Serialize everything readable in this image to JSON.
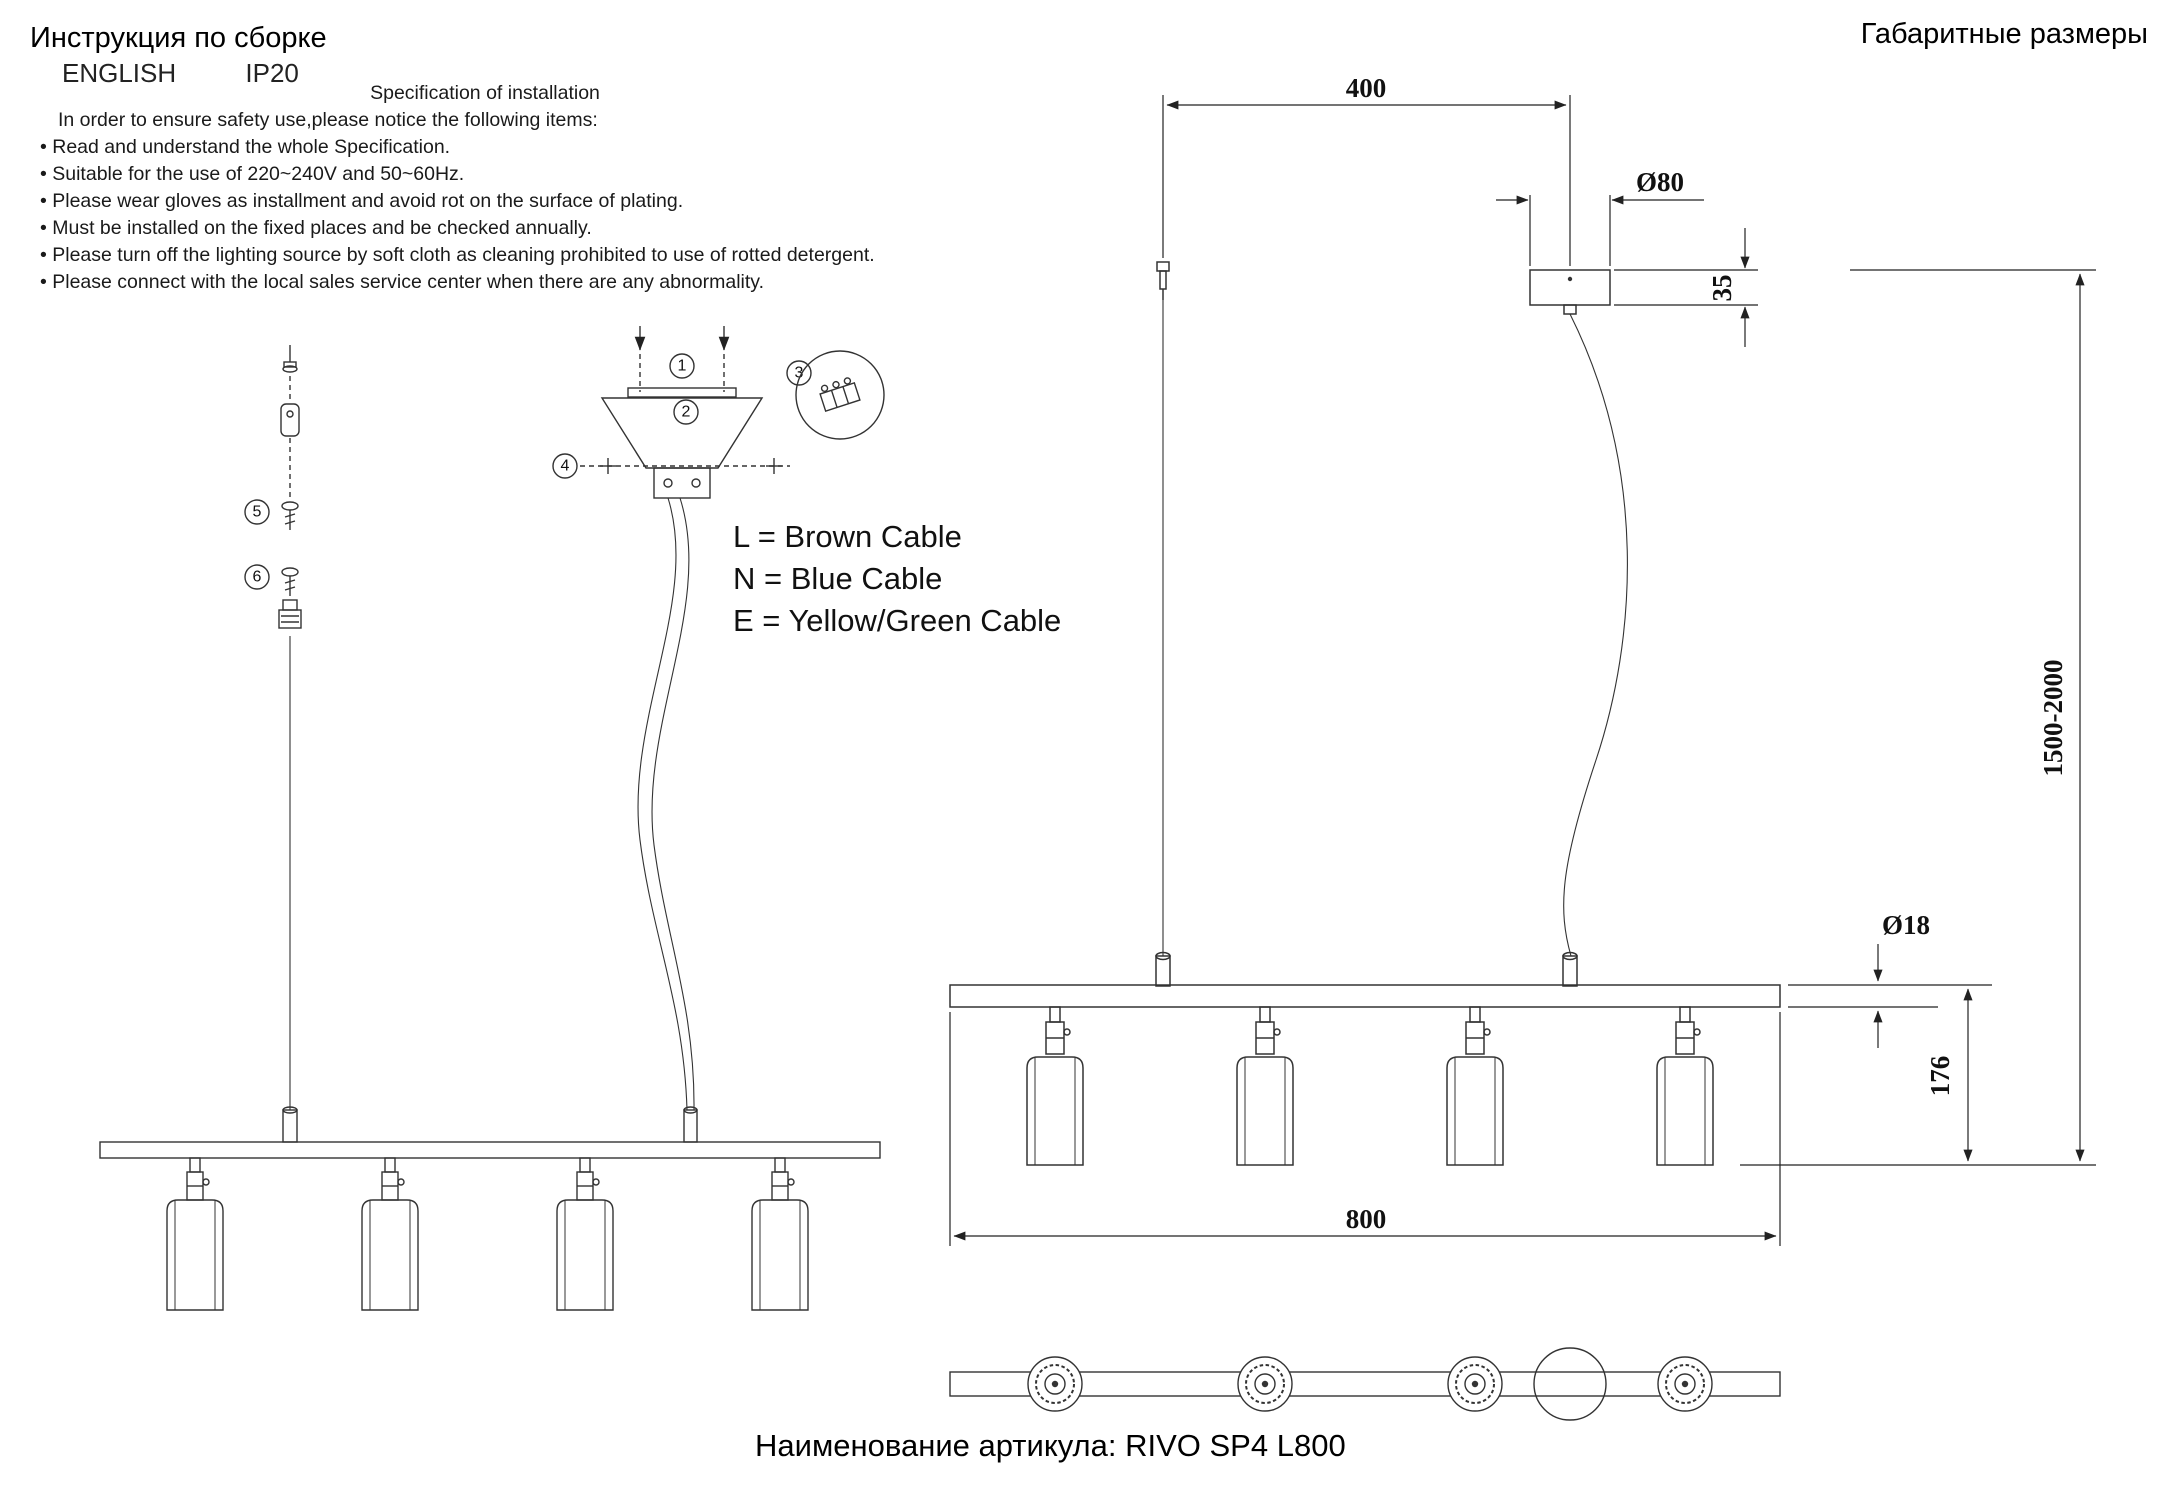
{
  "header": {
    "title_left": "Инструкция по сборке",
    "language": "ENGLISH",
    "ip_rating": "IP20",
    "title_right": "Габаритные размеры"
  },
  "spec": {
    "title": "Specification of installation",
    "intro": "In order to ensure safety use,please notice the following items:",
    "items": [
      "• Read and understand the whole Specification.",
      "• Suitable for the use of 220~240V and 50~60Hz.",
      "• Please wear gloves as installment and avoid rot on the surface of plating.",
      "• Must be installed on the fixed places and be checked annually.",
      "• Please turn off the lighting source by soft cloth as cleaning prohibited to use of rotted detergent.",
      "• Please connect with the local sales service center when there are any abnormality."
    ]
  },
  "legend": {
    "lines": [
      "L = Brown Cable",
      "N = Blue Cable",
      "E = Yellow/Green Cable"
    ]
  },
  "assembly": {
    "steps": [
      "1",
      "2",
      "3",
      "4",
      "5",
      "6"
    ]
  },
  "dimensions": {
    "top_width": "400",
    "canopy_diameter": "Ø80",
    "canopy_height": "35",
    "suspension_height": "1500-2000",
    "bar_diameter": "Ø18",
    "lamp_height": "176",
    "bar_length": "800"
  },
  "footer": {
    "caption": "Наименование артикула: RIVO SP4 L800"
  },
  "colors": {
    "line": "#333333",
    "dim_line": "#222222",
    "text": "#111111"
  }
}
